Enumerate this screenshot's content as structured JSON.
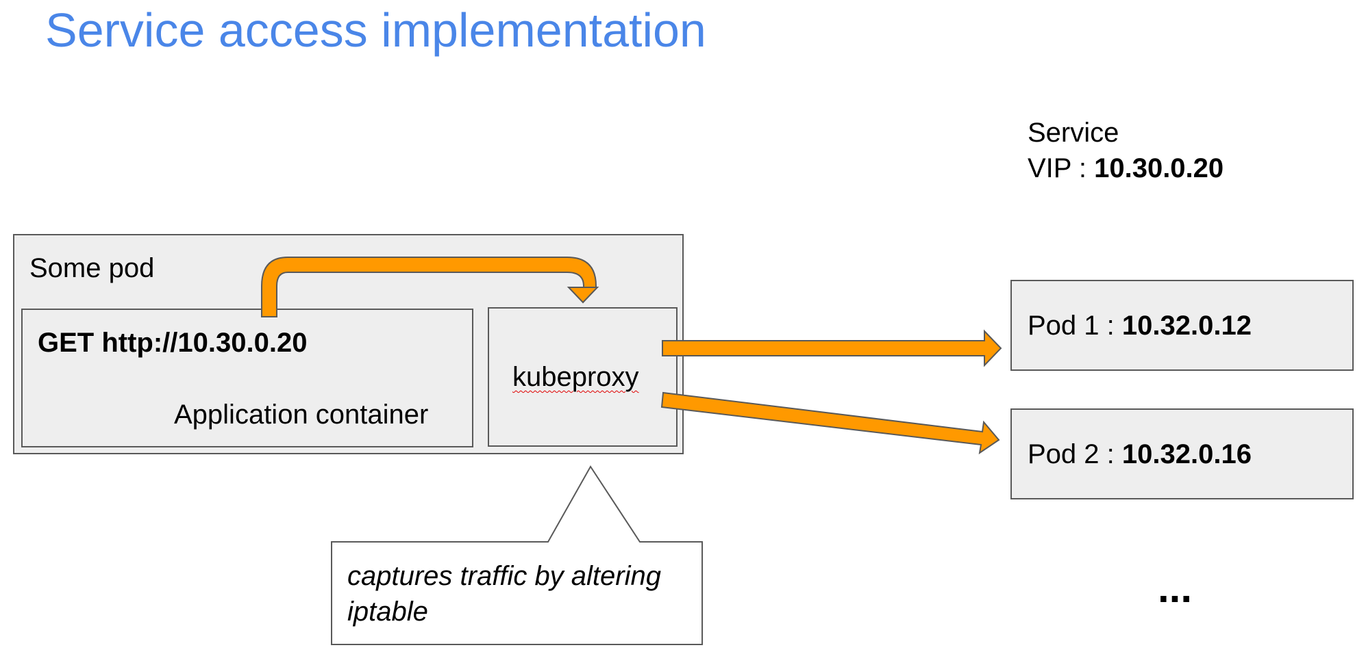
{
  "title": "Service access implementation",
  "service": {
    "label": "Service",
    "vip_label": "VIP : ",
    "vip_value": "10.30.0.20"
  },
  "some_pod": {
    "label": "Some pod",
    "app_container": {
      "request": "GET http://10.30.0.20",
      "label": "Application container"
    },
    "kubeproxy": {
      "label": "kubeproxy"
    }
  },
  "callout": {
    "line1": "captures traffic by altering",
    "line2": "iptable"
  },
  "pods": [
    {
      "label": "Pod 1 : ",
      "ip": "10.32.0.12"
    },
    {
      "label": "Pod 2 : ",
      "ip": "10.32.0.16"
    }
  ],
  "more": "...",
  "colors": {
    "title": "#4a86e8",
    "arrow_fill": "#ff9900",
    "box_fill": "#eeeeee",
    "border": "#595959"
  }
}
